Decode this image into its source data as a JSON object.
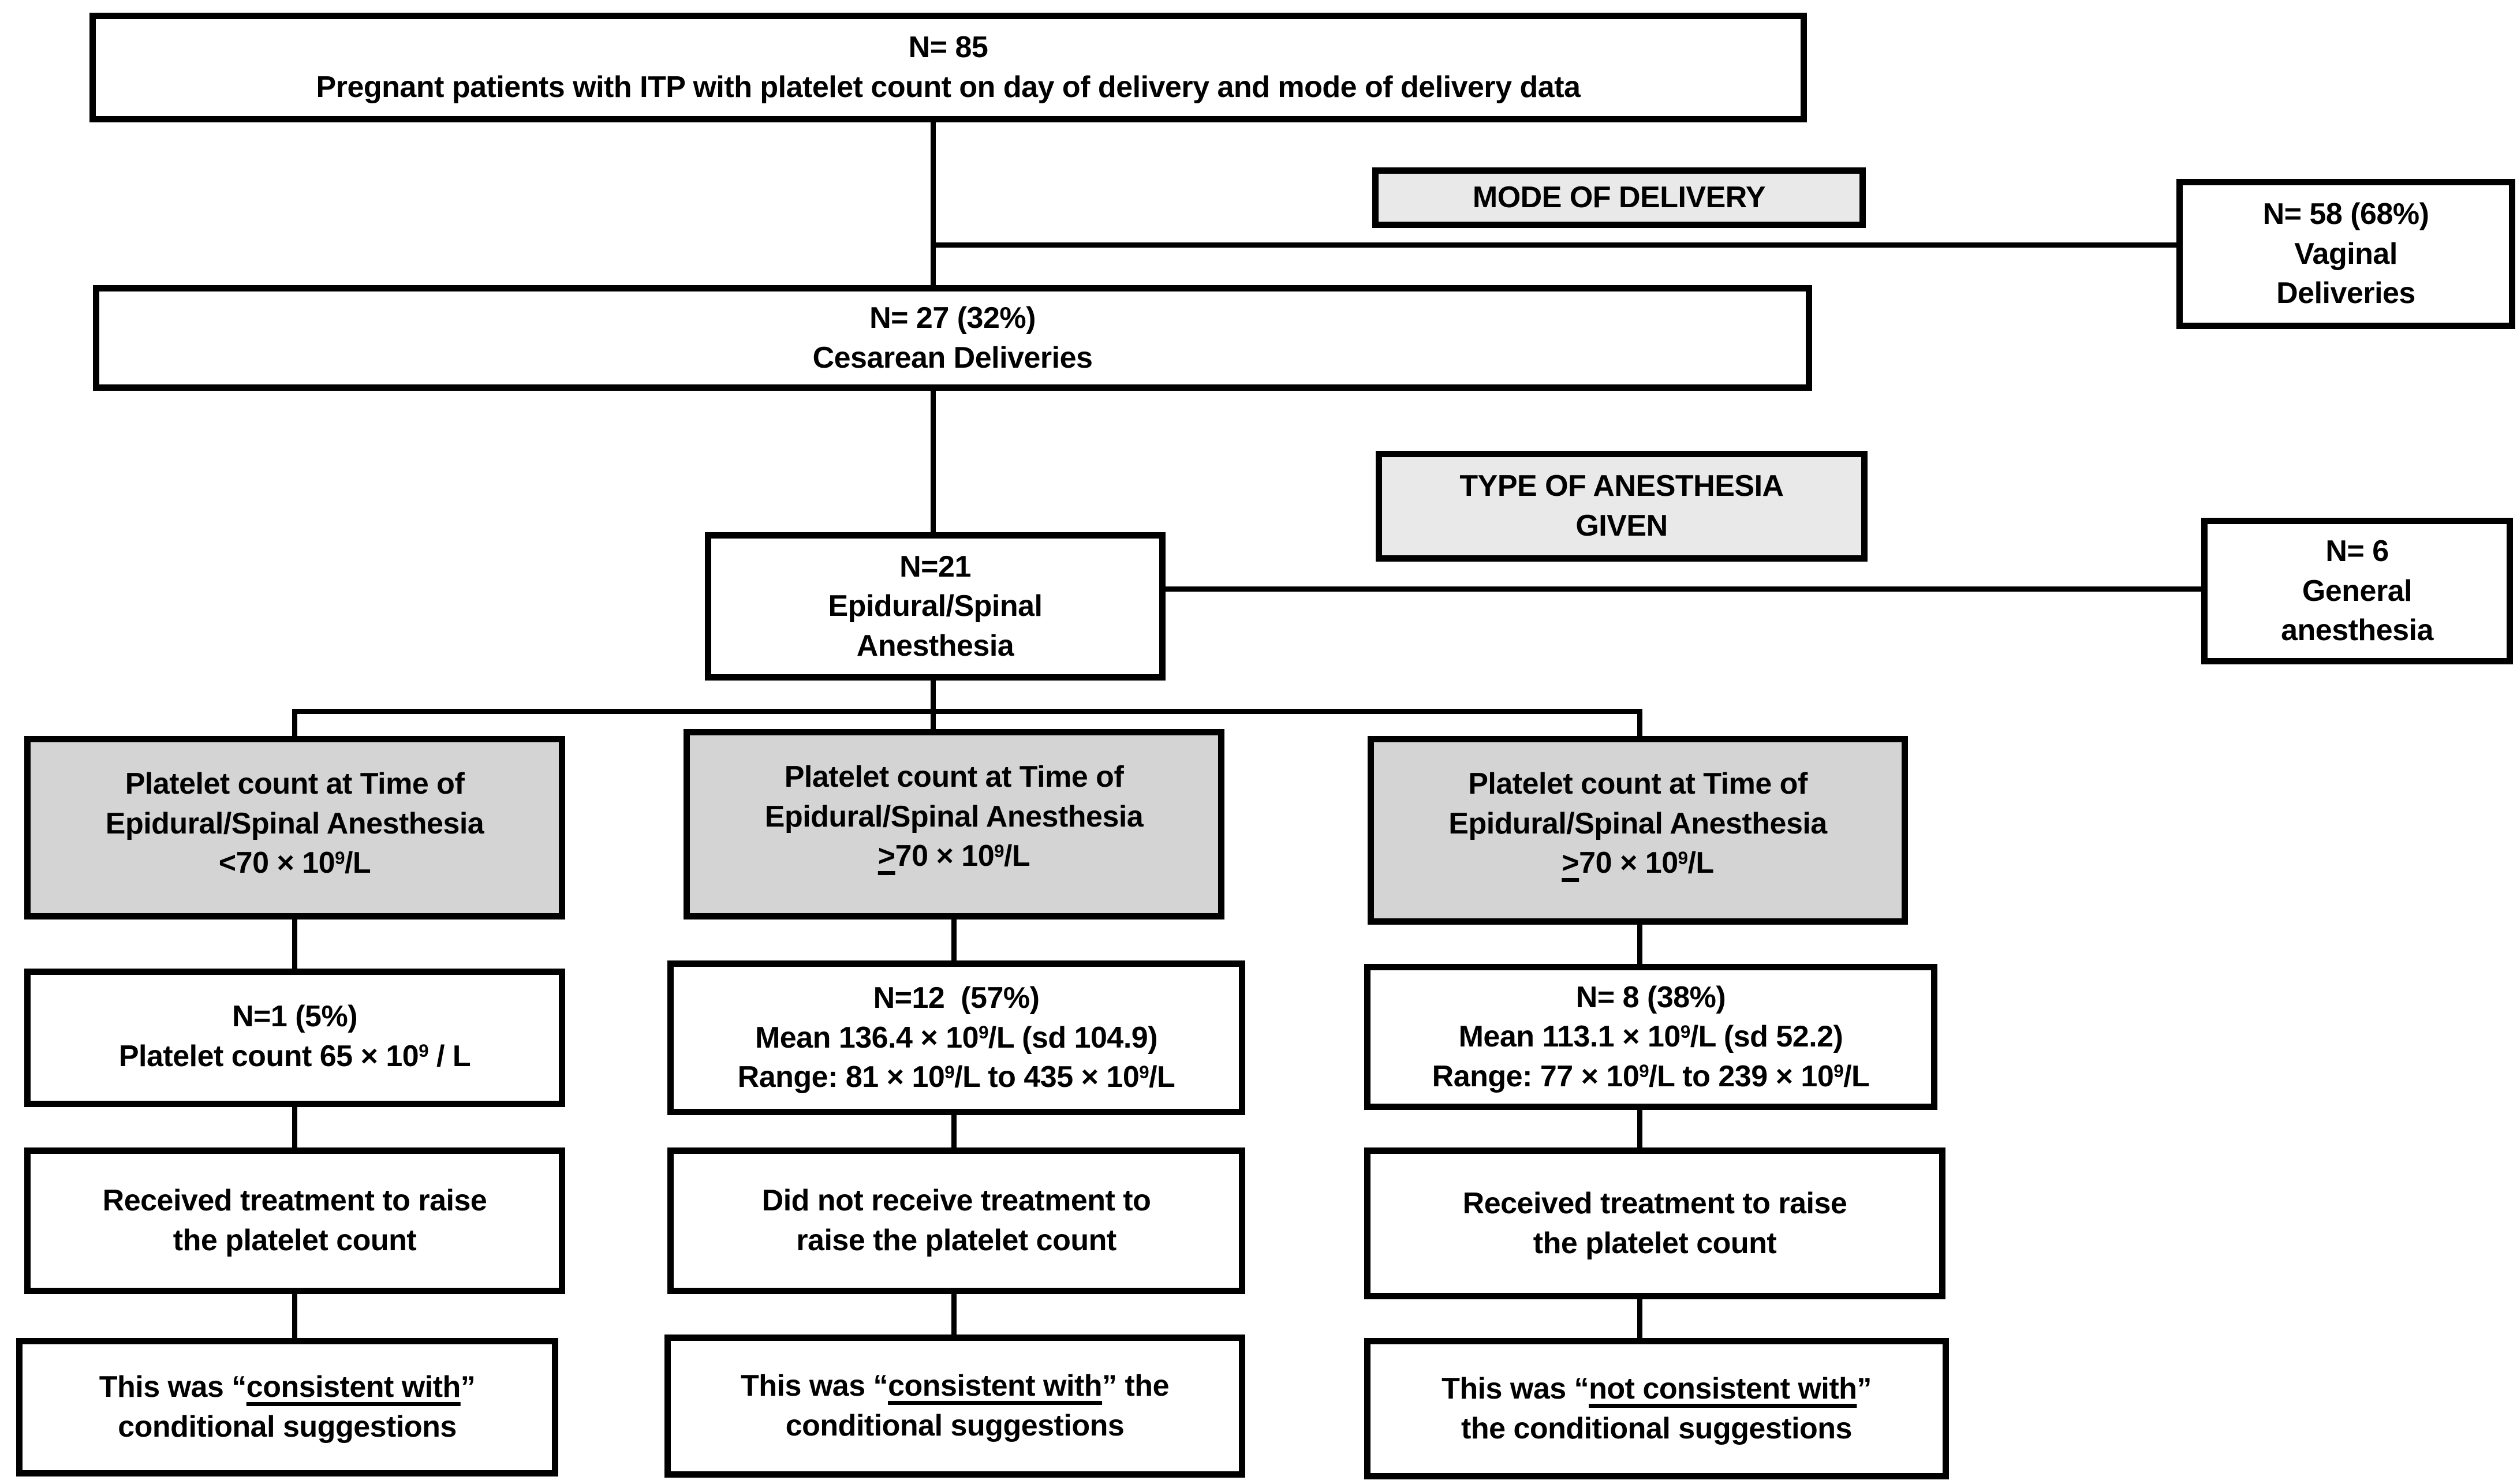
{
  "flowchart": {
    "title_semantic": "ITP pregnancy delivery and anesthesia flow diagram",
    "colors": {
      "line": "#000000",
      "box_fill": "#ffffff",
      "label_fill": "#e9e9e9",
      "shaded_fill": "#d4d4d4"
    },
    "boxes": {
      "total": {
        "lines": [
          [
            {
              "t": "N= 85"
            }
          ],
          [
            {
              "t": "Pregnant patients with ITP with platelet count on day of delivery and mode of delivery data"
            }
          ]
        ]
      },
      "mode_label": {
        "lines": [
          [
            {
              "t": "MODE OF DELIVERY"
            }
          ]
        ]
      },
      "vaginal": {
        "lines": [
          [
            {
              "t": "N= 58 (68%)"
            }
          ],
          [
            {
              "t": "Vaginal"
            }
          ],
          [
            {
              "t": "Deliveries"
            }
          ]
        ]
      },
      "cesarean": {
        "lines": [
          [
            {
              "t": "N= 27 (32%)"
            }
          ],
          [
            {
              "t": "Cesarean Deliveries"
            }
          ]
        ]
      },
      "anesthesia_label": {
        "lines": [
          [
            {
              "t": "TYPE OF ANESTHESIA"
            }
          ],
          [
            {
              "t": "GIVEN"
            }
          ]
        ]
      },
      "general": {
        "lines": [
          [
            {
              "t": "N= 6"
            }
          ],
          [
            {
              "t": "General"
            }
          ],
          [
            {
              "t": "anesthesia"
            }
          ]
        ]
      },
      "epidural": {
        "lines": [
          [
            {
              "t": "N=21"
            }
          ],
          [
            {
              "t": "Epidural/Spinal"
            }
          ],
          [
            {
              "t": "Anesthesia"
            }
          ]
        ]
      },
      "col1_platelet": {
        "lines": [
          [
            {
              "t": "Platelet count at Time of"
            }
          ],
          [
            {
              "t": "Epidural/Spinal Anesthesia"
            }
          ],
          [
            {
              "t": "<70 × 10"
            },
            {
              "t": "9",
              "sup": true
            },
            {
              "t": "/L"
            }
          ]
        ]
      },
      "col2_platelet": {
        "lines": [
          [
            {
              "t": "Platelet count at Time of"
            }
          ],
          [
            {
              "t": "Epidural/Spinal Anesthesia"
            }
          ],
          [
            {
              "t": ">",
              "u": true
            },
            {
              "t": "70 × 10"
            },
            {
              "t": "9",
              "sup": true
            },
            {
              "t": "/L"
            }
          ]
        ]
      },
      "col3_platelet": {
        "lines": [
          [
            {
              "t": "Platelet count at Time of"
            }
          ],
          [
            {
              "t": "Epidural/Spinal Anesthesia"
            }
          ],
          [
            {
              "t": ">",
              "u": true
            },
            {
              "t": "70 × 10"
            },
            {
              "t": "9",
              "sup": true
            },
            {
              "t": "/L"
            }
          ]
        ]
      },
      "col1_n": {
        "lines": [
          [
            {
              "t": "N=1 (5%)"
            }
          ],
          [
            {
              "t": "Platelet count 65 × 10"
            },
            {
              "t": "9",
              "sup": true
            },
            {
              "t": " / L"
            }
          ]
        ]
      },
      "col2_n": {
        "lines": [
          [
            {
              "t": "N=12  (57%)"
            }
          ],
          [
            {
              "t": "Mean 136.4 × 10"
            },
            {
              "t": "9",
              "sup": true
            },
            {
              "t": "/L (sd 104.9)"
            }
          ],
          [
            {
              "t": "Range: 81 × 10"
            },
            {
              "t": "9",
              "sup": true
            },
            {
              "t": "/L to 435 × 10"
            },
            {
              "t": "9",
              "sup": true
            },
            {
              "t": "/L"
            }
          ]
        ]
      },
      "col3_n": {
        "lines": [
          [
            {
              "t": "N= 8 (38%)"
            }
          ],
          [
            {
              "t": "Mean 113.1 × 10"
            },
            {
              "t": "9",
              "sup": true
            },
            {
              "t": "/L (sd 52.2)"
            }
          ],
          [
            {
              "t": "Range: 77 × 10"
            },
            {
              "t": "9",
              "sup": true
            },
            {
              "t": "/L to 239 × 10"
            },
            {
              "t": "9",
              "sup": true
            },
            {
              "t": "/L"
            }
          ]
        ]
      },
      "col1_treatment": {
        "lines": [
          [
            {
              "t": "Received treatment to raise"
            }
          ],
          [
            {
              "t": "the platelet count"
            }
          ]
        ]
      },
      "col2_treatment": {
        "lines": [
          [
            {
              "t": "Did not receive treatment to"
            }
          ],
          [
            {
              "t": "raise the platelet count"
            }
          ]
        ]
      },
      "col3_treatment": {
        "lines": [
          [
            {
              "t": "Received treatment to raise"
            }
          ],
          [
            {
              "t": "the platelet count"
            }
          ]
        ]
      },
      "col1_outcome": {
        "lines": [
          [
            {
              "t": "This was “"
            },
            {
              "t": "consistent with",
              "u": true
            },
            {
              "t": "”"
            }
          ],
          [
            {
              "t": "conditional suggestions"
            }
          ]
        ]
      },
      "col2_outcome": {
        "lines": [
          [
            {
              "t": "This was “"
            },
            {
              "t": "consistent with",
              "u": true
            },
            {
              "t": "” the"
            }
          ],
          [
            {
              "t": "conditional suggestions"
            }
          ]
        ]
      },
      "col3_outcome": {
        "lines": [
          [
            {
              "t": "This was “"
            },
            {
              "t": "not consistent with",
              "u": true
            },
            {
              "t": "”"
            }
          ],
          [
            {
              "t": "the conditional suggestions"
            }
          ]
        ]
      }
    }
  }
}
